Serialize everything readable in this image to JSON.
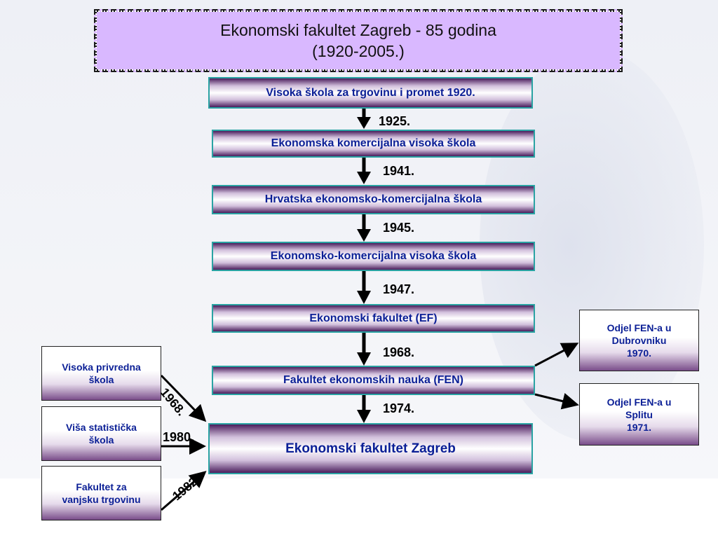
{
  "title": {
    "line1": "Ekonomski fakultet Zagreb - 85 godina",
    "line2": "(1920-2005.)"
  },
  "main_chain": [
    {
      "label": "Visoka škola za trgovinu i promet  1920."
    },
    {
      "label": "Ekonomska komercijalna visoka škola"
    },
    {
      "label": "Hrvatska ekonomsko-komercijalna škola"
    },
    {
      "label": "Ekonomsko-komercijalna visoka škola"
    },
    {
      "label": "Ekonomski fakultet (EF)"
    },
    {
      "label": "Fakultet ekonomskih nauka (FEN)"
    },
    {
      "label": "Ekonomski fakultet Zagreb"
    }
  ],
  "transition_years": [
    "1925.",
    "1941.",
    "1945.",
    "1947.",
    "1968.",
    "1974."
  ],
  "left_sources": [
    {
      "label_line1": "Visoka privredna",
      "label_line2": "škola",
      "year": "1968."
    },
    {
      "label_line1": "Viša statistička",
      "label_line2": "škola",
      "year": "1980."
    },
    {
      "label_line1": "Fakultet za",
      "label_line2": "vanjsku trgovinu",
      "year": "1982."
    }
  ],
  "right_branches": [
    {
      "line1": "Odjel FEN-a u",
      "line2": "Dubrovniku",
      "line3": "1970."
    },
    {
      "line1": "Odjel FEN-a u",
      "line2": "Splitu",
      "line3": "1971."
    }
  ],
  "colors": {
    "node_text": "#0b1f96",
    "node_border": "#2aa3a3",
    "node_shade": "#4a1d5c",
    "title_fill": "#d9b8ff"
  }
}
